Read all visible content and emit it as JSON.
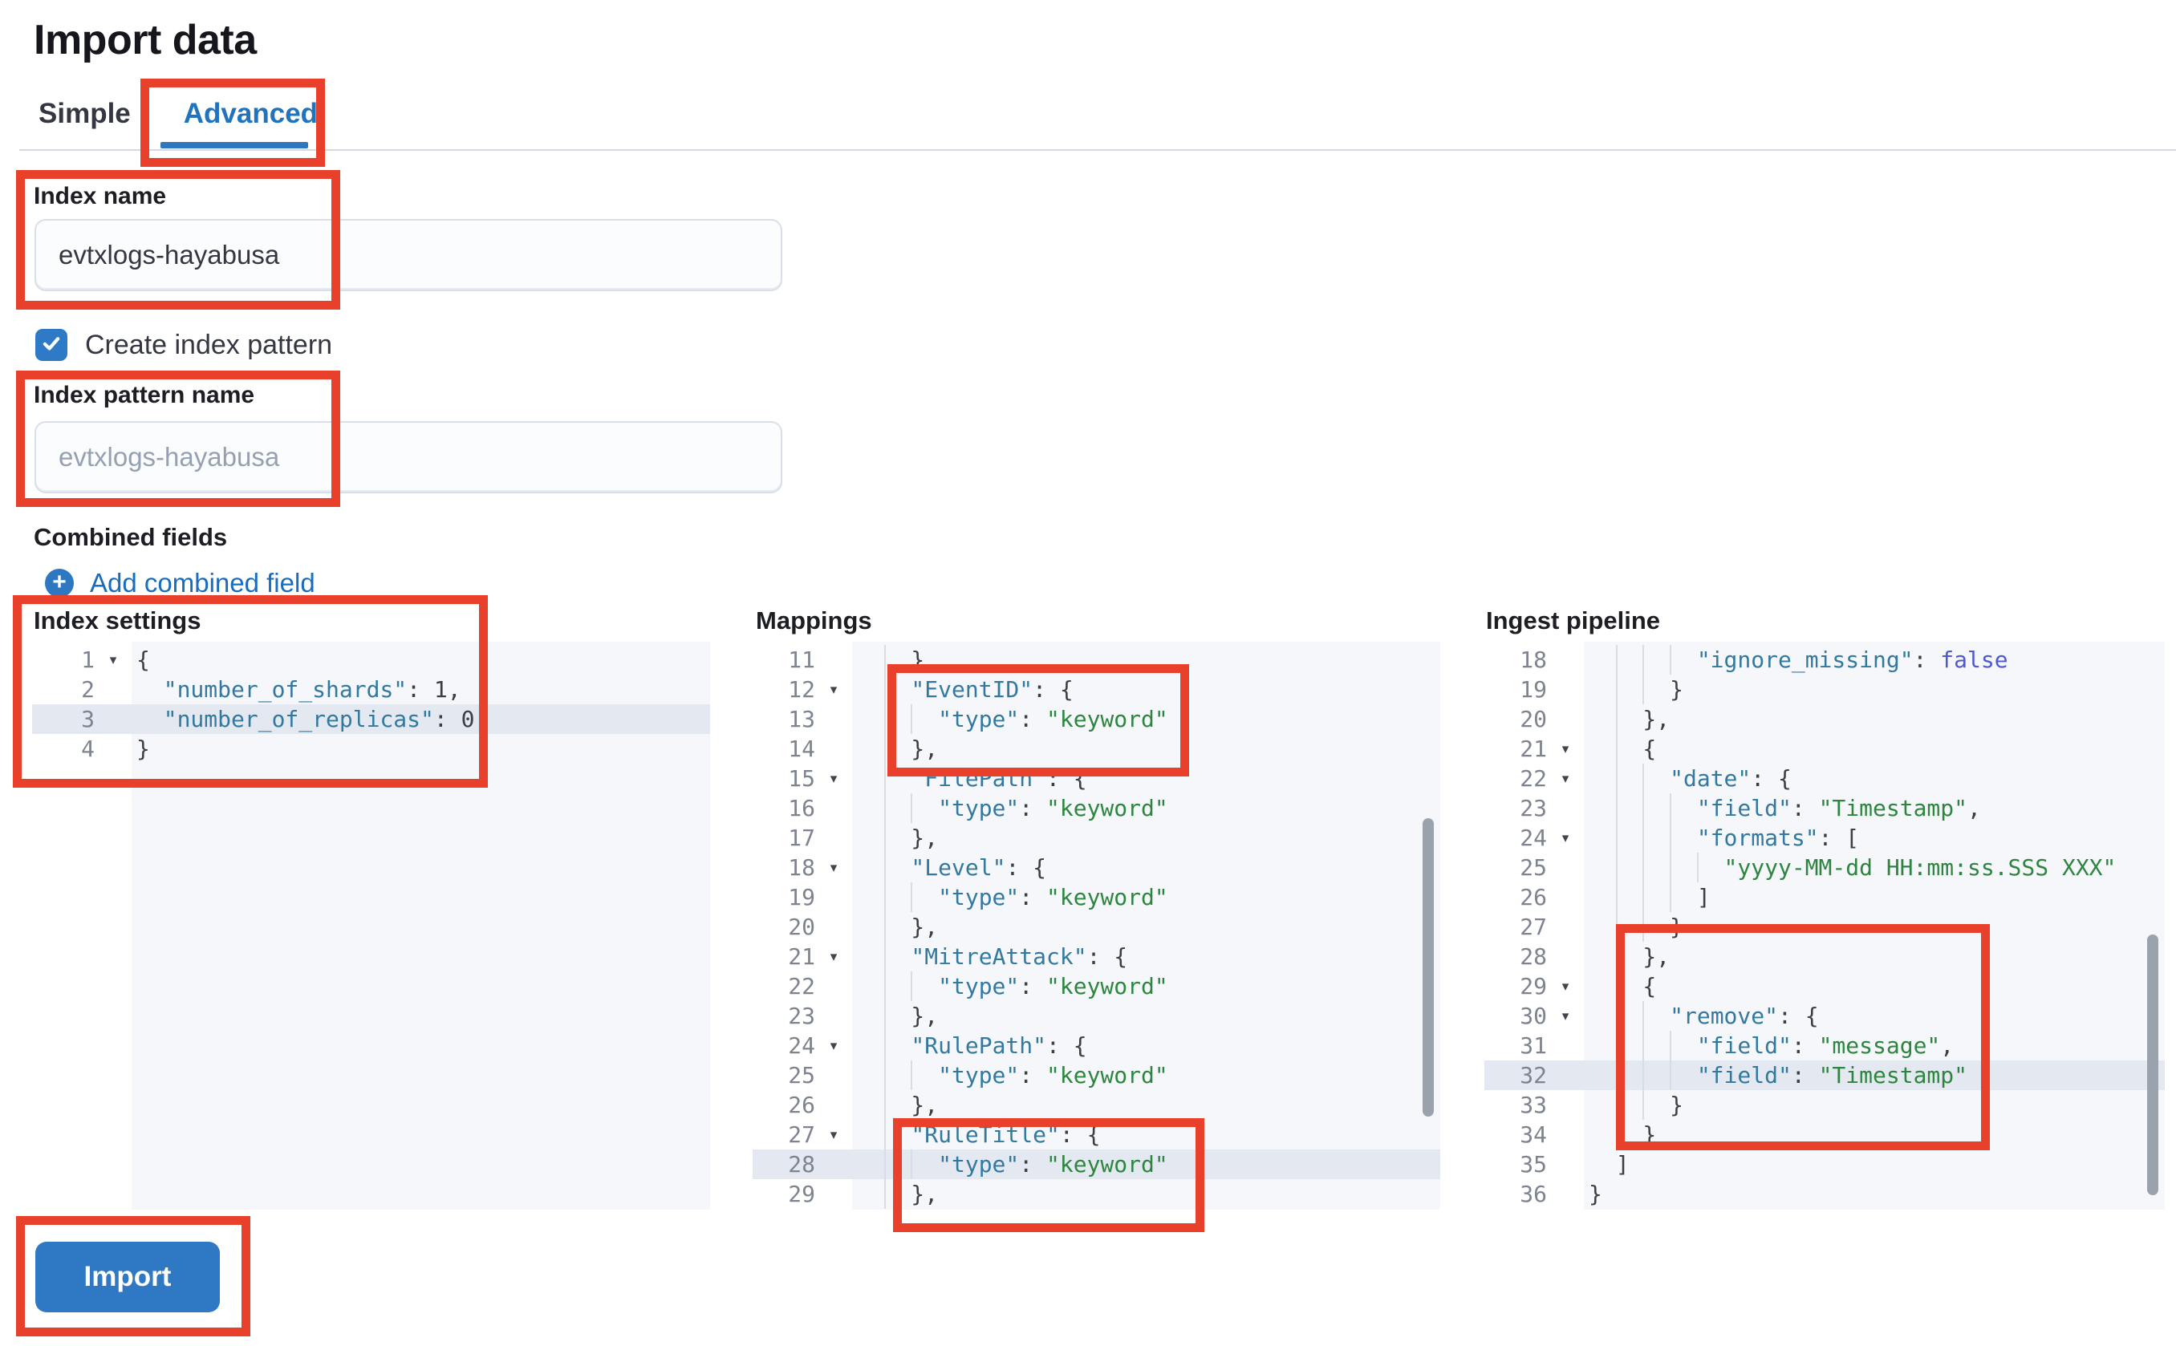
{
  "page": {
    "title": "Import data"
  },
  "tabs": {
    "simple_label": "Simple",
    "advanced_label": "Advanced",
    "active_tab": "Advanced"
  },
  "form": {
    "index_name_label": "Index name",
    "index_name_value": "evtxlogs-hayabusa",
    "create_index_pattern_label": "Create index pattern",
    "create_index_pattern_checked": true,
    "index_pattern_name_label": "Index pattern name",
    "index_pattern_name_placeholder": "evtxlogs-hayabusa",
    "combined_fields_label": "Combined fields",
    "add_combined_field_label": "Add combined field"
  },
  "editors": [
    {
      "id": "index-settings",
      "label": "Index settings",
      "lines": [
        {
          "n": 1,
          "fold": true,
          "d": 0,
          "t": [
            [
              "p",
              "{"
            ]
          ]
        },
        {
          "n": 2,
          "d": 1,
          "t": [
            [
              "k",
              "\"number_of_shards\""
            ],
            [
              "p",
              ": "
            ],
            [
              "n",
              "1"
            ],
            [
              "p",
              ","
            ]
          ]
        },
        {
          "n": 3,
          "d": 1,
          "active": true,
          "t": [
            [
              "k",
              "\"number_of_replicas\""
            ],
            [
              "p",
              ": "
            ],
            [
              "n",
              "0"
            ]
          ]
        },
        {
          "n": 4,
          "d": 0,
          "t": [
            [
              "p",
              "}"
            ]
          ]
        }
      ]
    },
    {
      "id": "mappings",
      "label": "Mappings",
      "lines": [
        {
          "n": 11,
          "d": 2,
          "t": [
            [
              "p",
              "},"
            ]
          ]
        },
        {
          "n": 12,
          "fold": true,
          "d": 2,
          "t": [
            [
              "k",
              "\"EventID\""
            ],
            [
              "p",
              ": {"
            ]
          ]
        },
        {
          "n": 13,
          "d": 3,
          "t": [
            [
              "k",
              "\"type\""
            ],
            [
              "p",
              ": "
            ],
            [
              "s",
              "\"keyword\""
            ]
          ]
        },
        {
          "n": 14,
          "d": 2,
          "t": [
            [
              "p",
              "},"
            ]
          ]
        },
        {
          "n": 15,
          "fold": true,
          "d": 2,
          "t": [
            [
              "k",
              "\"FilePath\""
            ],
            [
              "p",
              ": {"
            ]
          ]
        },
        {
          "n": 16,
          "d": 3,
          "t": [
            [
              "k",
              "\"type\""
            ],
            [
              "p",
              ": "
            ],
            [
              "s",
              "\"keyword\""
            ]
          ]
        },
        {
          "n": 17,
          "d": 2,
          "t": [
            [
              "p",
              "},"
            ]
          ]
        },
        {
          "n": 18,
          "fold": true,
          "d": 2,
          "t": [
            [
              "k",
              "\"Level\""
            ],
            [
              "p",
              ": {"
            ]
          ]
        },
        {
          "n": 19,
          "d": 3,
          "t": [
            [
              "k",
              "\"type\""
            ],
            [
              "p",
              ": "
            ],
            [
              "s",
              "\"keyword\""
            ]
          ]
        },
        {
          "n": 20,
          "d": 2,
          "t": [
            [
              "p",
              "},"
            ]
          ]
        },
        {
          "n": 21,
          "fold": true,
          "d": 2,
          "t": [
            [
              "k",
              "\"MitreAttack\""
            ],
            [
              "p",
              ": {"
            ]
          ]
        },
        {
          "n": 22,
          "d": 3,
          "t": [
            [
              "k",
              "\"type\""
            ],
            [
              "p",
              ": "
            ],
            [
              "s",
              "\"keyword\""
            ]
          ]
        },
        {
          "n": 23,
          "d": 2,
          "t": [
            [
              "p",
              "},"
            ]
          ]
        },
        {
          "n": 24,
          "fold": true,
          "d": 2,
          "t": [
            [
              "k",
              "\"RulePath\""
            ],
            [
              "p",
              ": {"
            ]
          ]
        },
        {
          "n": 25,
          "d": 3,
          "t": [
            [
              "k",
              "\"type\""
            ],
            [
              "p",
              ": "
            ],
            [
              "s",
              "\"keyword\""
            ]
          ]
        },
        {
          "n": 26,
          "d": 2,
          "t": [
            [
              "p",
              "},"
            ]
          ]
        },
        {
          "n": 27,
          "fold": true,
          "d": 2,
          "t": [
            [
              "k",
              "\"RuleTitle\""
            ],
            [
              "p",
              ": {"
            ]
          ]
        },
        {
          "n": 28,
          "d": 3,
          "active": true,
          "t": [
            [
              "k",
              "\"type\""
            ],
            [
              "p",
              ": "
            ],
            [
              "s",
              "\"keyword\""
            ]
          ]
        },
        {
          "n": 29,
          "d": 2,
          "t": [
            [
              "p",
              "},"
            ]
          ]
        }
      ]
    },
    {
      "id": "ingest-pipeline",
      "label": "Ingest pipeline",
      "lines": [
        {
          "n": 18,
          "d": 4,
          "t": [
            [
              "k",
              "\"ignore_missing\""
            ],
            [
              "p",
              ": "
            ],
            [
              "b",
              "false"
            ]
          ]
        },
        {
          "n": 19,
          "d": 3,
          "t": [
            [
              "p",
              "}"
            ]
          ]
        },
        {
          "n": 20,
          "d": 2,
          "t": [
            [
              "p",
              "},"
            ]
          ]
        },
        {
          "n": 21,
          "fold": true,
          "d": 2,
          "t": [
            [
              "p",
              "{"
            ]
          ]
        },
        {
          "n": 22,
          "fold": true,
          "d": 3,
          "t": [
            [
              "k",
              "\"date\""
            ],
            [
              "p",
              ": {"
            ]
          ]
        },
        {
          "n": 23,
          "d": 4,
          "t": [
            [
              "k",
              "\"field\""
            ],
            [
              "p",
              ": "
            ],
            [
              "s",
              "\"Timestamp\""
            ],
            [
              "p",
              ","
            ]
          ]
        },
        {
          "n": 24,
          "fold": true,
          "d": 4,
          "t": [
            [
              "k",
              "\"formats\""
            ],
            [
              "p",
              ": ["
            ]
          ]
        },
        {
          "n": 25,
          "d": 5,
          "t": [
            [
              "s",
              "\"yyyy-MM-dd HH:mm:ss.SSS XXX\""
            ]
          ]
        },
        {
          "n": 26,
          "d": 4,
          "t": [
            [
              "p",
              "]"
            ]
          ]
        },
        {
          "n": 27,
          "d": 3,
          "t": [
            [
              "p",
              "}"
            ]
          ]
        },
        {
          "n": 28,
          "d": 2,
          "t": [
            [
              "p",
              "},"
            ]
          ]
        },
        {
          "n": 29,
          "fold": true,
          "d": 2,
          "t": [
            [
              "p",
              "{"
            ]
          ]
        },
        {
          "n": 30,
          "fold": true,
          "d": 3,
          "t": [
            [
              "k",
              "\"remove\""
            ],
            [
              "p",
              ": {"
            ]
          ]
        },
        {
          "n": 31,
          "d": 4,
          "t": [
            [
              "k",
              "\"field\""
            ],
            [
              "p",
              ": "
            ],
            [
              "s",
              "\"message\""
            ],
            [
              "p",
              ","
            ]
          ]
        },
        {
          "n": 32,
          "d": 4,
          "active": true,
          "t": [
            [
              "k",
              "\"field\""
            ],
            [
              "p",
              ": "
            ],
            [
              "s",
              "\"Timestamp\""
            ]
          ]
        },
        {
          "n": 33,
          "d": 3,
          "t": [
            [
              "p",
              "}"
            ]
          ]
        },
        {
          "n": 34,
          "d": 2,
          "t": [
            [
              "p",
              "}"
            ]
          ]
        },
        {
          "n": 35,
          "d": 1,
          "t": [
            [
              "p",
              "]"
            ]
          ]
        },
        {
          "n": 36,
          "d": 0,
          "t": [
            [
              "p",
              "}"
            ]
          ]
        }
      ]
    }
  ],
  "import_button_label": "Import",
  "colors": {
    "annotation_red": "#e8402b",
    "primary_button_blue": "#2f78c3",
    "active_tab_blue": "#2173bc",
    "link_blue": "#1a6dbd",
    "checkbox_blue": "#2f7ac6",
    "code_key": "#33799f",
    "code_string": "#2e8540",
    "code_boolean": "#4f58cf",
    "active_line_bg": "#e4e9f1",
    "editor_bg": "#f5f7fa"
  }
}
